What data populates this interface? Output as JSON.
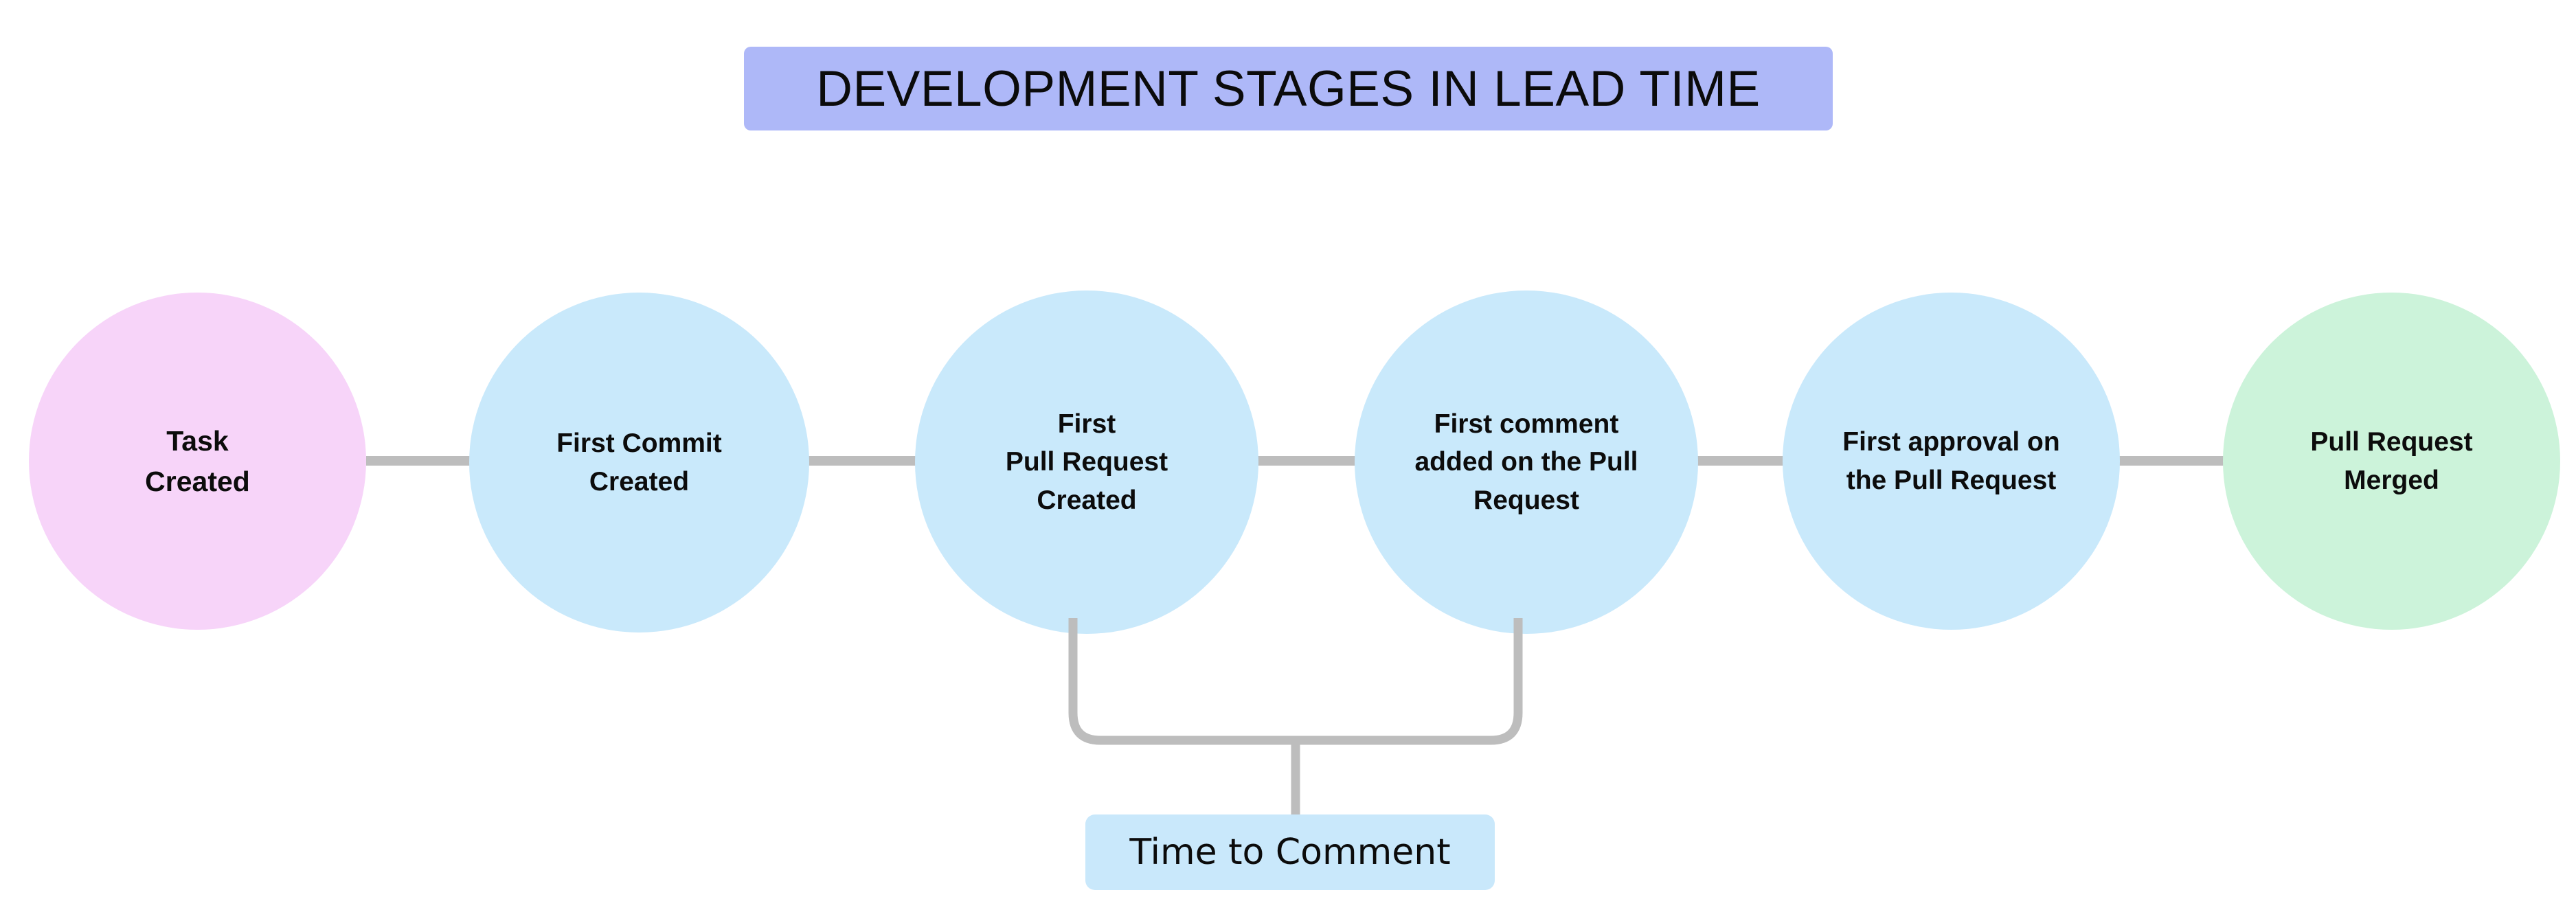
{
  "diagram": {
    "title": "DEVELOPMENT STAGES IN LEAD TIME",
    "title_bg": "#aeb8f8",
    "background": "#ffffff",
    "connector_color": "#bdbdbd",
    "nodes": [
      {
        "id": "task-created",
        "label": "Task\nCreated",
        "color": "#f7d4f9"
      },
      {
        "id": "first-commit-created",
        "label": "First Commit\nCreated",
        "color": "#c9e9fb"
      },
      {
        "id": "first-pr-created",
        "label": "First\nPull Request\nCreated",
        "color": "#c9e9fb"
      },
      {
        "id": "first-comment-on-pr",
        "label": "First comment\nadded on the Pull\nRequest",
        "color": "#c9e9fb"
      },
      {
        "id": "first-approval-on-pr",
        "label": "First approval on\nthe Pull Request",
        "color": "#c9e9fb"
      },
      {
        "id": "pr-merged",
        "label": "Pull Request\nMerged",
        "color": "#ccf3da"
      }
    ],
    "annotation": {
      "label": "Time to Comment",
      "bg": "#c9e8fb",
      "spans_from": "first-pr-created",
      "spans_to": "first-comment-on-pr"
    }
  }
}
